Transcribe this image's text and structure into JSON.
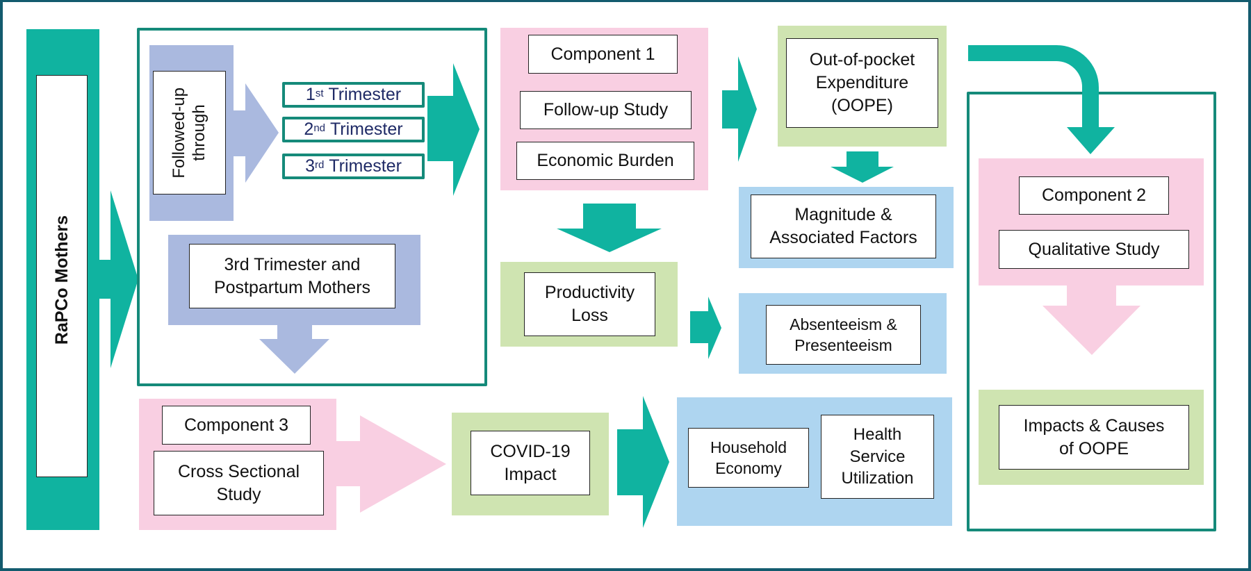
{
  "diagram": {
    "colors": {
      "teal_arrow": "#10b3a0",
      "frame_border": "#158a7a",
      "outer_border": "#135b6e",
      "pink": "#f9cfe2",
      "green": "#cfe4b1",
      "blue": "#aed5f0",
      "lavender": "#aab9df",
      "trimester_text": "#1f2a66"
    },
    "population": {
      "label": "RaPCo Mothers"
    },
    "followup": {
      "label_line1": "Followed-up",
      "label_line2": "through",
      "trimesters": [
        {
          "num": "1",
          "suffix": "st",
          "word": "Trimester"
        },
        {
          "num": "2",
          "suffix": "nd",
          "word": "Trimester"
        },
        {
          "num": "3",
          "suffix": "rd",
          "word": "Trimester"
        }
      ],
      "postpartum_line1": "3rd Trimester and",
      "postpartum_line2": "Postpartum Mothers"
    },
    "component1": {
      "title": "Component 1",
      "items": [
        "Follow-up Study",
        "Economic Burden"
      ]
    },
    "oope": {
      "line1": "Out-of-pocket",
      "line2": "Expenditure",
      "line3": "(OOPE)"
    },
    "magnitude": {
      "line1": "Magnitude &",
      "line2": "Associated Factors"
    },
    "productivity": {
      "line1": "Productivity",
      "line2": "Loss"
    },
    "absenteeism": {
      "line1": "Absenteeism &",
      "line2": "Presenteeism"
    },
    "component2": {
      "title": "Component 2",
      "study": "Qualitative Study",
      "outcome_line1": "Impacts & Causes",
      "outcome_line2": "of OOPE"
    },
    "component3": {
      "title": "Component 3",
      "study_line1": "Cross Sectional",
      "study_line2": "Study"
    },
    "covid": {
      "line1": "COVID-19",
      "line2": "Impact"
    },
    "outcomes": {
      "household_line1": "Household",
      "household_line2": "Economy",
      "health_line1": "Health",
      "health_line2": "Service",
      "health_line3": "Utilization"
    }
  }
}
